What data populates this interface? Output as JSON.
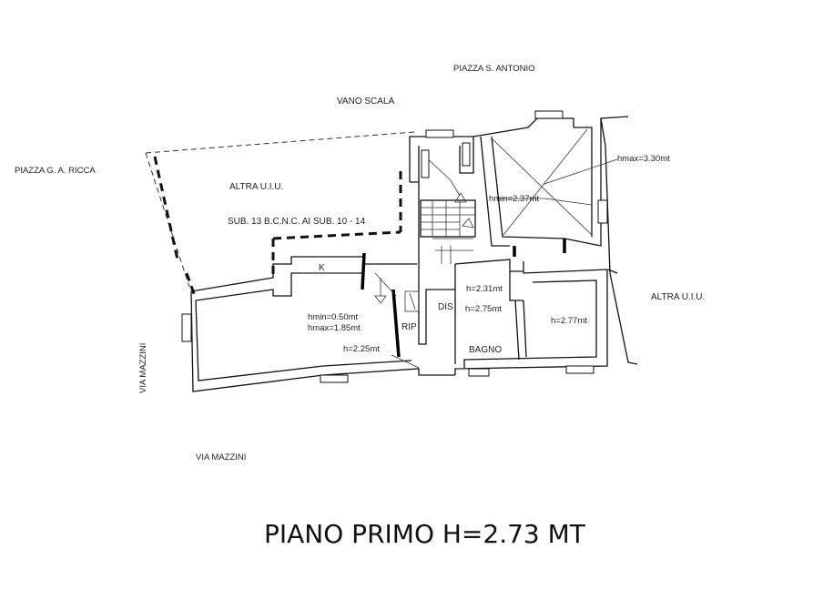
{
  "plan": {
    "title": "PIANO PRIMO H=2.73 MT",
    "streets": {
      "piazza_s_antonio": "PIAZZA S. ANTONIO",
      "piazza_ricca": "PIAZZA G. A. RICCA",
      "via_mazzini_side": "VIA MAZZINI",
      "via_mazzini_bottom": "VIA MAZZINI"
    },
    "labels": {
      "vano_scala": "VANO SCALA",
      "altra_uiu_left": "ALTRA U.I.U.",
      "sub13": "SUB. 13 B.C.N.C. AI SUB. 10 - 14",
      "altra_uiu_right": "ALTRA U.I.U.",
      "k": "K",
      "rip": "RIP",
      "dis": "DIS",
      "bagno": "BAGNO"
    },
    "heights": {
      "hmax_330": "hmax=3.30mt",
      "hmin_237": "hmin=2.37mt",
      "h_231": "h=2.31mt",
      "h_275": "h=2.75mt",
      "h_277": "h=2.77mt",
      "hmin_050": "hmin=0.50mt",
      "hmax_185": "hmax=1.85mt",
      "h_225": "h=2.25mt"
    }
  }
}
